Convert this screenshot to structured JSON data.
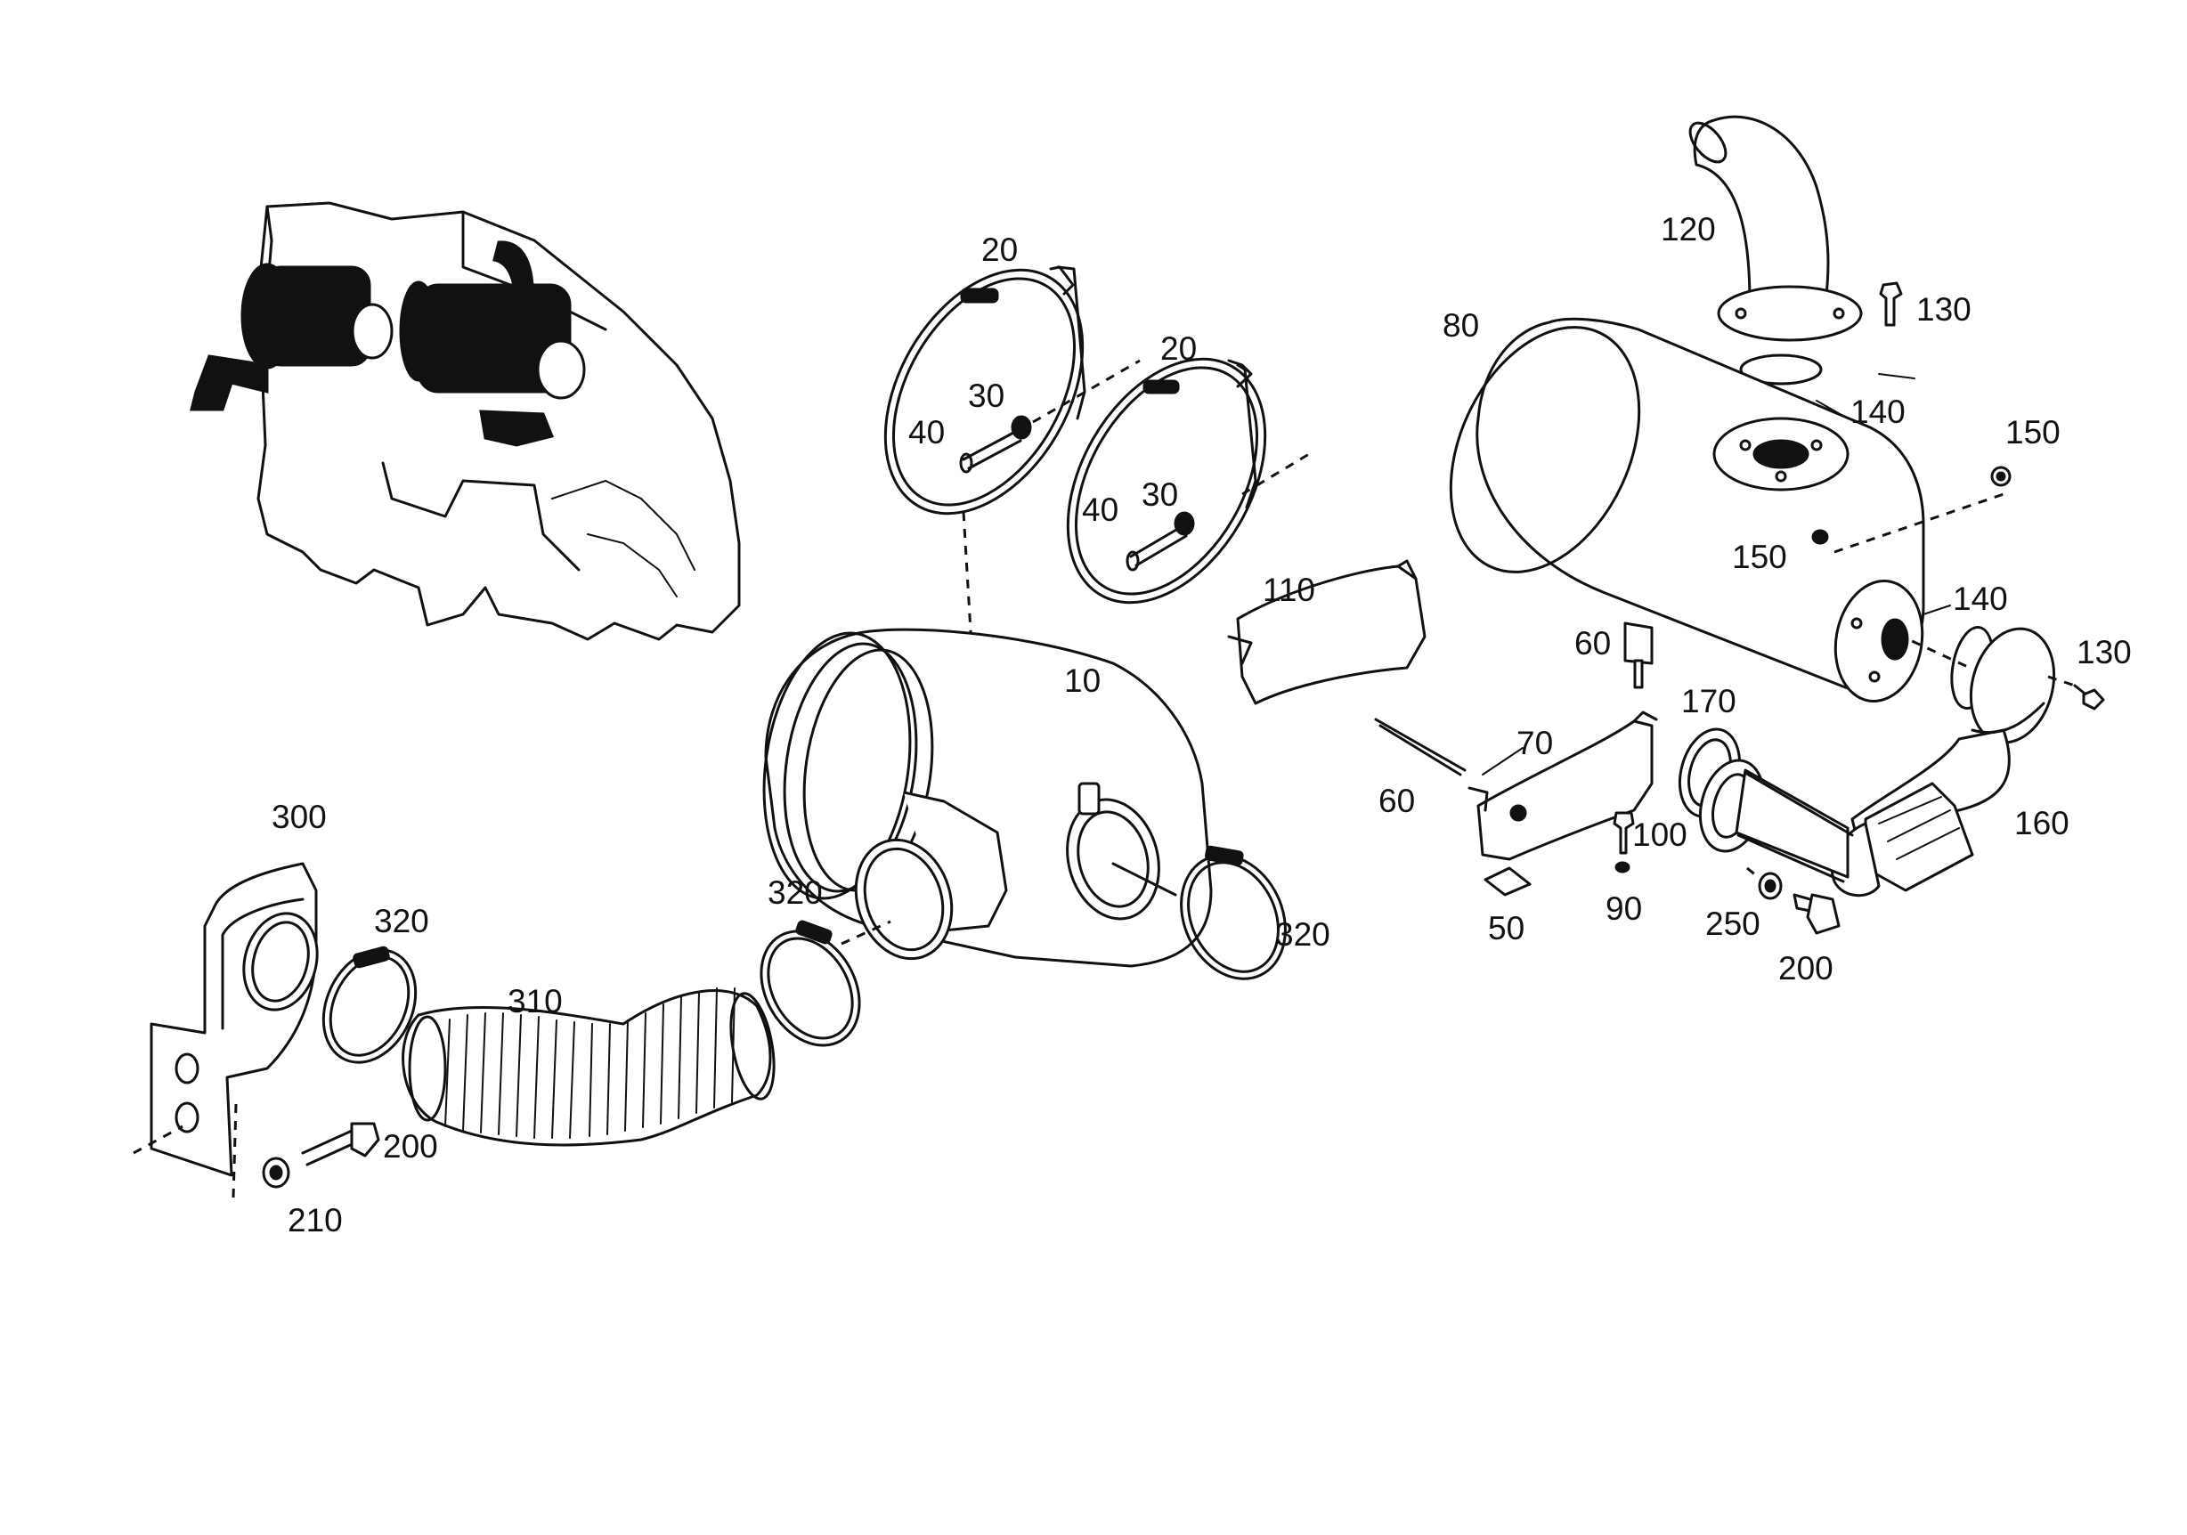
{
  "callouts": {
    "c10": "10",
    "c20a": "20",
    "c20b": "20",
    "c30a": "30",
    "c30b": "30",
    "c40a": "40",
    "c40b": "40",
    "c50": "50",
    "c60a": "60",
    "c60b": "60",
    "c70": "70",
    "c80": "80",
    "c90": "90",
    "c100": "100",
    "c110": "110",
    "c120": "120",
    "c130a": "130",
    "c130b": "130",
    "c140a": "140",
    "c140b": "140",
    "c150a": "150",
    "c150b": "150",
    "c160": "160",
    "c170": "170",
    "c200a": "200",
    "c200b": "200",
    "c210": "210",
    "c250": "250",
    "c300": "300",
    "c310": "310",
    "c320a": "320",
    "c320b": "320",
    "c320c": "320"
  },
  "colors": {
    "ink": "#111111",
    "paper": "#ffffff"
  }
}
